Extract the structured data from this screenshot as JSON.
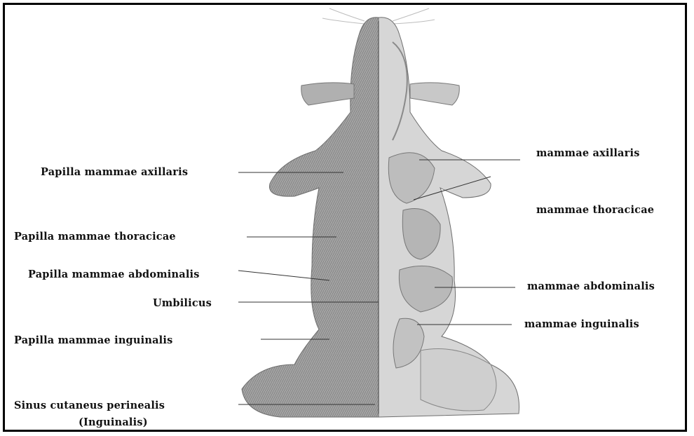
{
  "labels": {
    "left": {
      "papilla_axillaris": "Papilla  mammae axillaris",
      "papilla_thoracicae": "Papilla  mammae thoracicae",
      "papilla_abdominalis": "Papilla  mammae abdominalis",
      "umbilicus": "Umbilicus",
      "papilla_inguinalis": "Papilla  mammae  inguinalis",
      "sinus_line1": "Sinus cutaneus  perinealis",
      "sinus_line2": "(Inguinalis)"
    },
    "right": {
      "mammae_axillaris": "mammae axillaris",
      "mammae_thoracicae": "mammae  thoracicae",
      "mammae_abdominalis": "mammae abdominalis",
      "mammae_inguinalis": "mammae  inguinalis"
    }
  },
  "colors": {
    "frame": "#000000",
    "fur": "#8f8f8f",
    "skin": "#d6d6d6",
    "gland": "#b9b9b9"
  }
}
